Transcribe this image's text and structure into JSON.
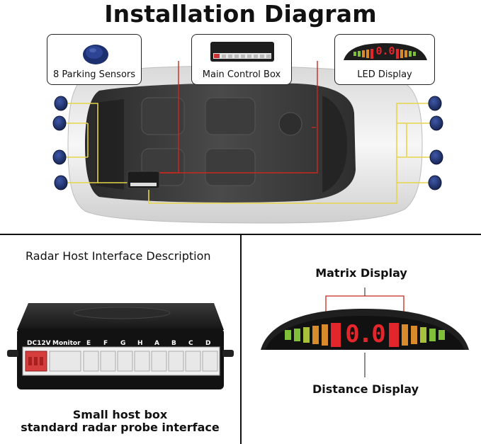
{
  "title": "Installation Diagram",
  "callouts": {
    "sensors": "8 Parking Sensors",
    "control_box": "Main Control Box",
    "led_display": "LED Display"
  },
  "host": {
    "section_title": "Radar Host Interface Description",
    "ports": [
      "DC12V",
      "Monitor",
      "E",
      "F",
      "G",
      "H",
      "A",
      "B",
      "C",
      "D"
    ],
    "caption_line1": "Small host box",
    "caption_line2": "standard radar probe interface"
  },
  "display": {
    "matrix_label": "Matrix Display",
    "distance_label": "Distance Display",
    "readout": "0.0"
  },
  "colors": {
    "sensor_blue": "#1c2f6e",
    "wire_yellow": "#e7d44a",
    "wire_red": "#c8281e",
    "led_red": "#e3262b",
    "led_orange": "#d98a2a",
    "led_green": "#7fbf3a"
  }
}
